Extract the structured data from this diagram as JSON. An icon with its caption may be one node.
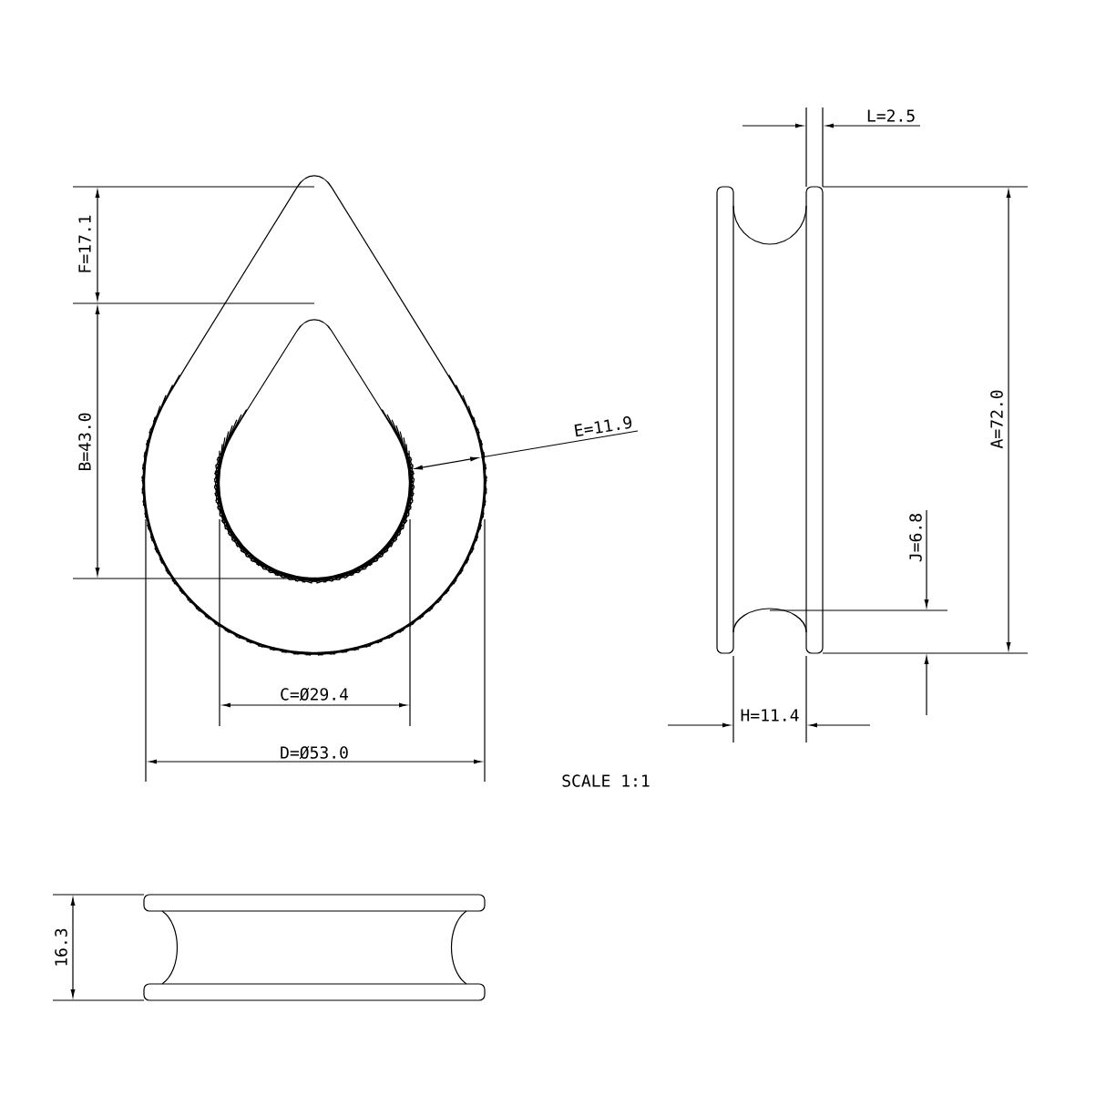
{
  "diagram": {
    "labels": [
      "L=2.5",
      "F=17.1",
      "A=72.0",
      "B=43.0",
      "E=11.9",
      "J=6.8",
      "C=Ø29.4",
      "H=11.4",
      "D=Ø53.0",
      "SCALE 1:1",
      "16.3"
    ]
  }
}
